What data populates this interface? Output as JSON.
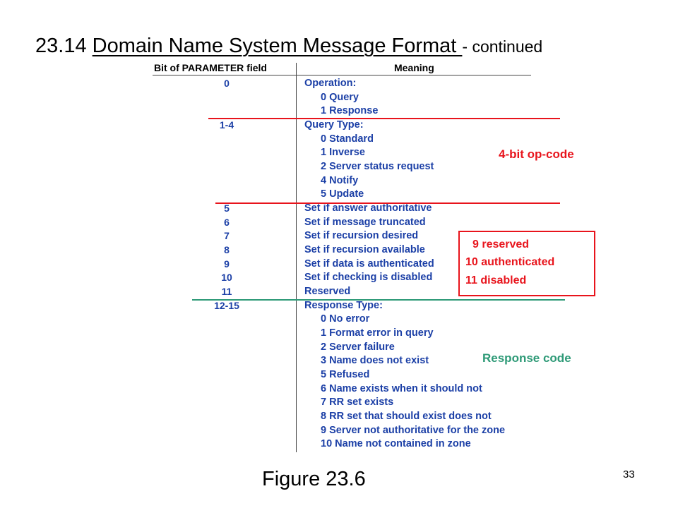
{
  "title": {
    "number": "23.14",
    "underlined": "Domain Name System Message Format ",
    "suffix": "- continued"
  },
  "table": {
    "col1_header": "Bit of PARAMETER field",
    "col2_header": "Meaning",
    "rows": [
      {
        "bit": "0",
        "meaning": "Operation:"
      },
      {
        "bit": "",
        "meaning": "0 Query"
      },
      {
        "bit": "",
        "meaning": "1 Response"
      },
      {
        "bit": "1-4",
        "meaning": "Query Type:"
      },
      {
        "bit": "",
        "meaning": "0 Standard"
      },
      {
        "bit": "",
        "meaning": "1 Inverse"
      },
      {
        "bit": "",
        "meaning": "2 Server status request"
      },
      {
        "bit": "",
        "meaning": "4 Notify"
      },
      {
        "bit": "",
        "meaning": "5 Update"
      },
      {
        "bit": "5",
        "meaning": "Set if answer authoritative"
      },
      {
        "bit": "6",
        "meaning": "Set if message truncated"
      },
      {
        "bit": "7",
        "meaning": "Set if recursion desired"
      },
      {
        "bit": "8",
        "meaning": "Set if recursion available"
      },
      {
        "bit": "9",
        "meaning": "Set if data is authenticated"
      },
      {
        "bit": "10",
        "meaning": "Set if checking is disabled"
      },
      {
        "bit": "11",
        "meaning": "Reserved"
      },
      {
        "bit": "12-15",
        "meaning": "Response Type:"
      },
      {
        "bit": "",
        "meaning": "0 No error"
      },
      {
        "bit": "",
        "meaning": "1 Format error in query"
      },
      {
        "bit": "",
        "meaning": "2 Server failure"
      },
      {
        "bit": "",
        "meaning": "3 Name does not exist"
      },
      {
        "bit": "",
        "meaning": "5 Refused"
      },
      {
        "bit": "",
        "meaning": "6 Name exists when it should not"
      },
      {
        "bit": "",
        "meaning": "7 RR set exists"
      },
      {
        "bit": "",
        "meaning": "8 RR set that should exist does not"
      },
      {
        "bit": "",
        "meaning": "9 Server not authoritative for the zone"
      },
      {
        "bit": "",
        "meaning": "10 Name not contained in zone"
      }
    ]
  },
  "annotations": {
    "opcode": "4-bit op-code",
    "box_lines": [
      "9 reserved",
      "10 authenticated",
      "11 disabled"
    ],
    "response": "Response code"
  },
  "figure": "Figure 23.6",
  "page_number": "33",
  "colors": {
    "table_text": "#1b3fa6",
    "annotation_red": "#e8141c",
    "annotation_teal": "#2e9a77"
  }
}
